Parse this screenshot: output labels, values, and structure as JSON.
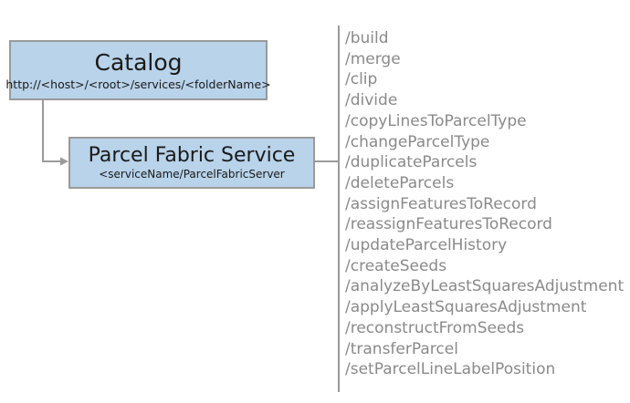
{
  "diagram": {
    "background_color": "#ffffff",
    "node_fill_color": "#b8d3ea",
    "node_border_color": "#9a9a9a",
    "connector_color": "#9a9a9a",
    "divider_color": "#9a9a9a",
    "list_text_color": "#8a8a8a",
    "nodes": {
      "catalog": {
        "title": "Catalog",
        "subtitle": "http://<host>/<root>/services/<folderName>"
      },
      "service": {
        "title": "Parcel Fabric Service",
        "subtitle": "<serviceName/ParcelFabricServer"
      }
    },
    "operations": [
      "/build",
      "/merge",
      "/clip",
      "/divide",
      "/copyLinesToParcelType",
      "/changeParcelType",
      "/duplicateParcels",
      "/deleteParcels",
      "/assignFeaturesToRecord",
      "/reassignFeaturesToRecord",
      "/updateParcelHistory",
      "/createSeeds",
      "/analyzeByLeastSquaresAdjustment",
      "/applyLeastSquaresAdjustment",
      "/reconstructFromSeeds",
      "/transferParcel",
      "/setParcelLineLabelPosition"
    ]
  }
}
